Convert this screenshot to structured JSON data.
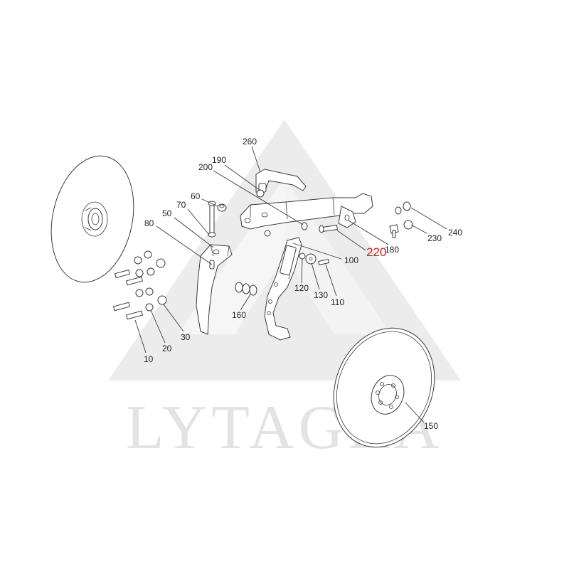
{
  "watermark": {
    "text": "LYTAGRA",
    "color": "#e3e3e3"
  },
  "colors": {
    "line": "#3a3a3a",
    "label": "#222222",
    "highlight_label": "#cc2222"
  },
  "callouts": [
    {
      "id": "c10",
      "label": "10"
    },
    {
      "id": "c20",
      "label": "20"
    },
    {
      "id": "c30",
      "label": "30"
    },
    {
      "id": "c50",
      "label": "50"
    },
    {
      "id": "c60",
      "label": "60"
    },
    {
      "id": "c70",
      "label": "70"
    },
    {
      "id": "c80",
      "label": "80"
    },
    {
      "id": "c100",
      "label": "100"
    },
    {
      "id": "c110",
      "label": "110"
    },
    {
      "id": "c120",
      "label": "120"
    },
    {
      "id": "c130",
      "label": "130"
    },
    {
      "id": "c150",
      "label": "150"
    },
    {
      "id": "c160",
      "label": "160"
    },
    {
      "id": "c180",
      "label": "180"
    },
    {
      "id": "c190",
      "label": "190"
    },
    {
      "id": "c200",
      "label": "200"
    },
    {
      "id": "c220",
      "label": "220"
    },
    {
      "id": "c230",
      "label": "230"
    },
    {
      "id": "c240",
      "label": "240"
    },
    {
      "id": "c260",
      "label": "260"
    }
  ]
}
